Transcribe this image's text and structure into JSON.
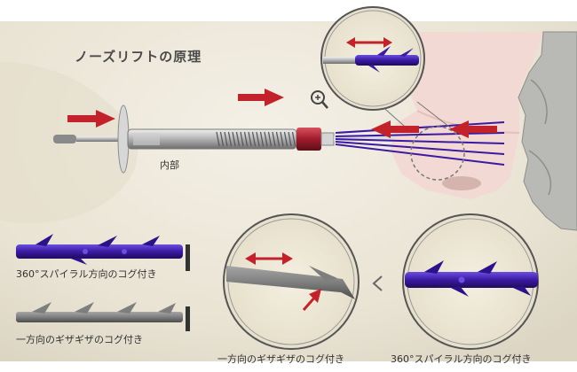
{
  "title": "ノーズリフトの原理",
  "labels": {
    "inner": "内部",
    "spiral_cog": "360°スパイラル方向のコグ付き",
    "oneway_cog": "一方向のギザギザのコグ付き"
  },
  "icons": [
    "zoom-in-icon",
    "left-chevron-icon"
  ],
  "colors": {
    "arrow_red": "#c4222a",
    "thread_blue": "#3b1aa3",
    "needle_red": "#a01c2c",
    "background": "#ece7da",
    "skin_pink": "#f1d6d2",
    "oneway_thread_gray": "#8c8c8c"
  }
}
